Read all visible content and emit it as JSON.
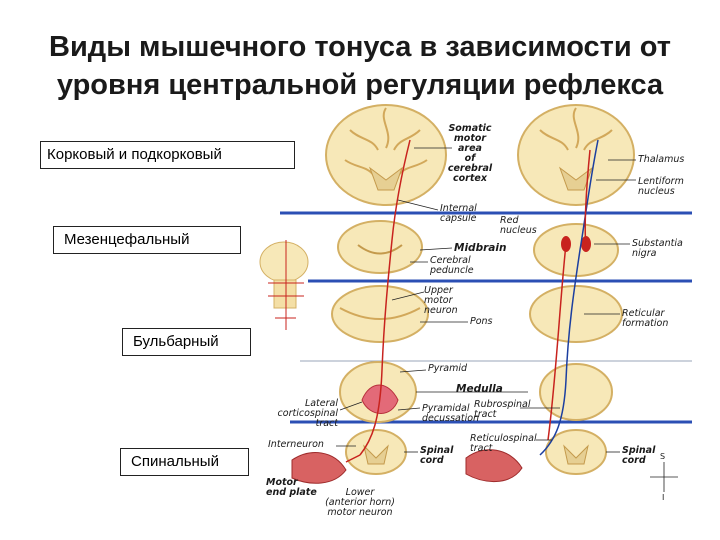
{
  "title": {
    "line1": "Виды мышечного тонуса в зависимости от",
    "line2": "уровня центральной регуляции рефлекса"
  },
  "levels": [
    {
      "label": "Корковый и подкорковый"
    },
    {
      "label": "Мезенцефальный"
    },
    {
      "label": "Бульбарный"
    },
    {
      "label": "Спинальный"
    }
  ],
  "annotations": {
    "somatic": [
      "Somatic",
      "motor",
      "area",
      "of",
      "cerebral",
      "cortex"
    ],
    "thalamus": "Thalamus",
    "lentiform": [
      "Lentiform",
      "nucleus"
    ],
    "internal_capsule": [
      "Internal",
      "capsule"
    ],
    "red_nucleus": [
      "Red",
      "nucleus"
    ],
    "midbrain": "Midbrain",
    "substantia": [
      "Substantia",
      "nigra"
    ],
    "cerebral_peduncle": [
      "Cerebral",
      "peduncle"
    ],
    "upper_motor": [
      "Upper",
      "motor",
      "neuron"
    ],
    "pons": "Pons",
    "reticular": [
      "Reticular",
      "formation"
    ],
    "pyramid": "Pyramid",
    "medulla": "Medulla",
    "lateral_cst": [
      "Lateral",
      "corticospinal",
      "tract"
    ],
    "pyramidal_dec": [
      "Pyramidal",
      "decussation"
    ],
    "rubrospinal": [
      "Rubrospinal",
      "tract"
    ],
    "interneuron": "Interneuron",
    "spinal_cord_left": [
      "Spinal",
      "cord"
    ],
    "reticulospinal": [
      "Reticulospinal",
      "tract"
    ],
    "spinal_cord_right": [
      "Spinal",
      "cord"
    ],
    "motor_end_plate": [
      "Motor",
      "end plate"
    ],
    "lower_motor": [
      "Lower",
      "(anterior horn)",
      "motor neuron"
    ],
    "compass": [
      "S",
      "I"
    ]
  },
  "colors": {
    "divider": "#2b4fb4",
    "tissue": "#f7e8b8",
    "tissue_dark": "#e2c47e",
    "pathway_red": "#c8231e",
    "pathway_blue": "#1c3fa0"
  }
}
